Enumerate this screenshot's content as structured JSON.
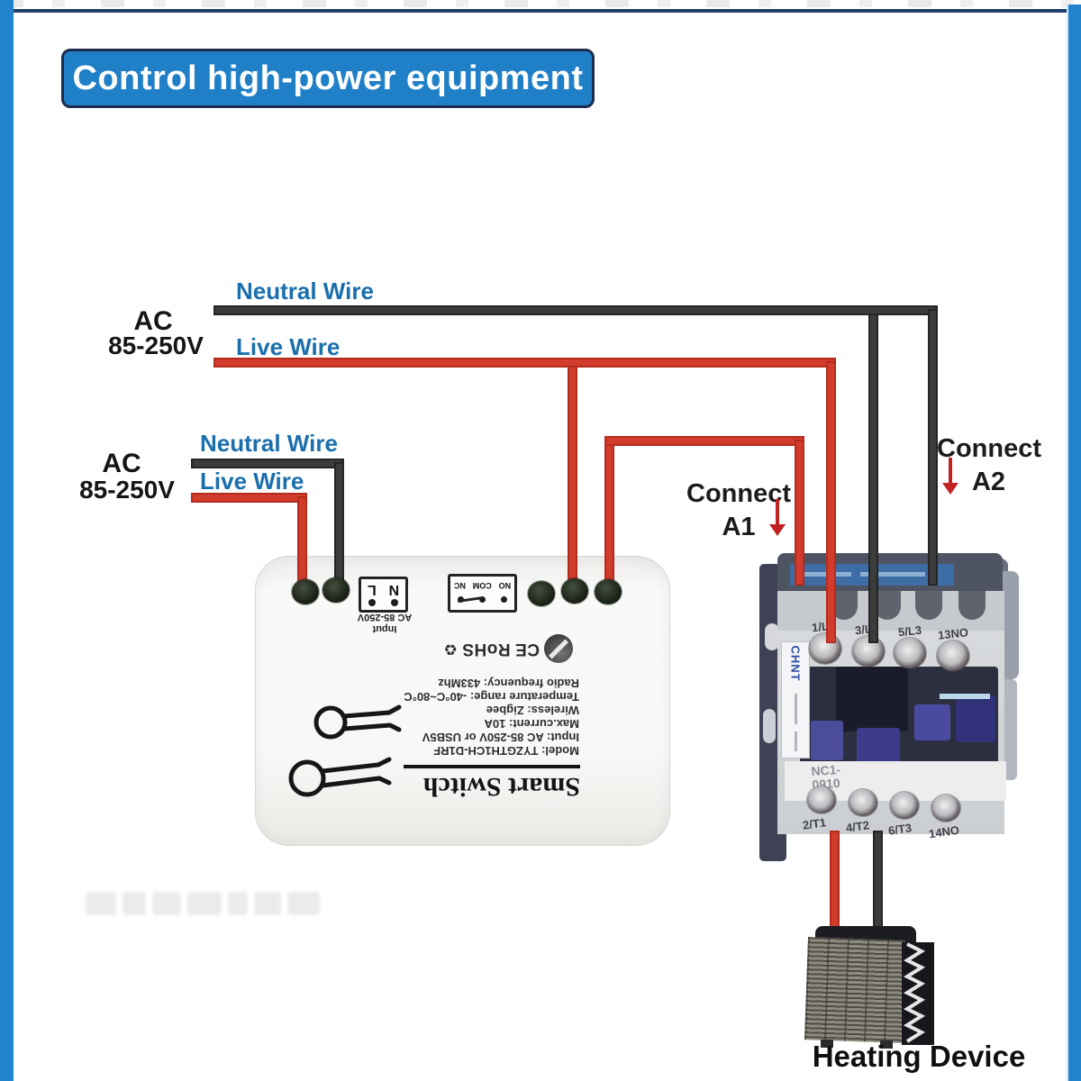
{
  "banner": {
    "label": "Control high-power equipment"
  },
  "power_top": {
    "name": "AC",
    "voltage": "85-250V",
    "neutral_label": "Neutral Wire",
    "live_label": "Live Wire"
  },
  "power_bottom": {
    "name": "AC",
    "voltage": "85-250V",
    "neutral_label": "Neutral Wire",
    "live_label": "Live Wire"
  },
  "annotations": {
    "a1": {
      "word": "Connect",
      "terminal": "A1"
    },
    "a2": {
      "word": "Connect",
      "terminal": "A2"
    }
  },
  "smart_switch": {
    "title": "Smart Switch",
    "specs": [
      "Model: TYZGTH1CH-D1RF",
      "Input: AC 85-250V or USB5V",
      "Max.current: 10A",
      "Wireless: Zigbee",
      "Temperature range: -40°C~80°C",
      "Radio frequency: 433Mhz"
    ],
    "certifications": {
      "ce": "CE",
      "rohs": "RoHS"
    },
    "input_terminal": {
      "labels": [
        "N",
        "L"
      ],
      "caption": [
        "Input",
        "AC 85-250V"
      ]
    },
    "relay_terminal": {
      "labels": [
        "NO",
        "COM",
        "NC"
      ]
    }
  },
  "contactor": {
    "brand": "CHNT",
    "model": [
      "NC1-",
      "0910"
    ],
    "top_terminals": [
      "1/L1",
      "3/L2",
      "5/L3",
      "13NO"
    ],
    "bottom_terminals": [
      "2/T1",
      "4/T2",
      "6/T3",
      "14NO"
    ]
  },
  "load": {
    "label": "Heating Device"
  },
  "colors": {
    "banner_blue": "#1f80c8",
    "banner_border_navy": "#1d2c4e",
    "side_bar_blue": "#2183cb",
    "top_line_navy": "#20406b",
    "wire_label_blue": "#1b6fad",
    "live_wire_red": "#d23c2c",
    "neutral_wire_black": "#3c3c3c",
    "arrow_red": "#c32222"
  }
}
